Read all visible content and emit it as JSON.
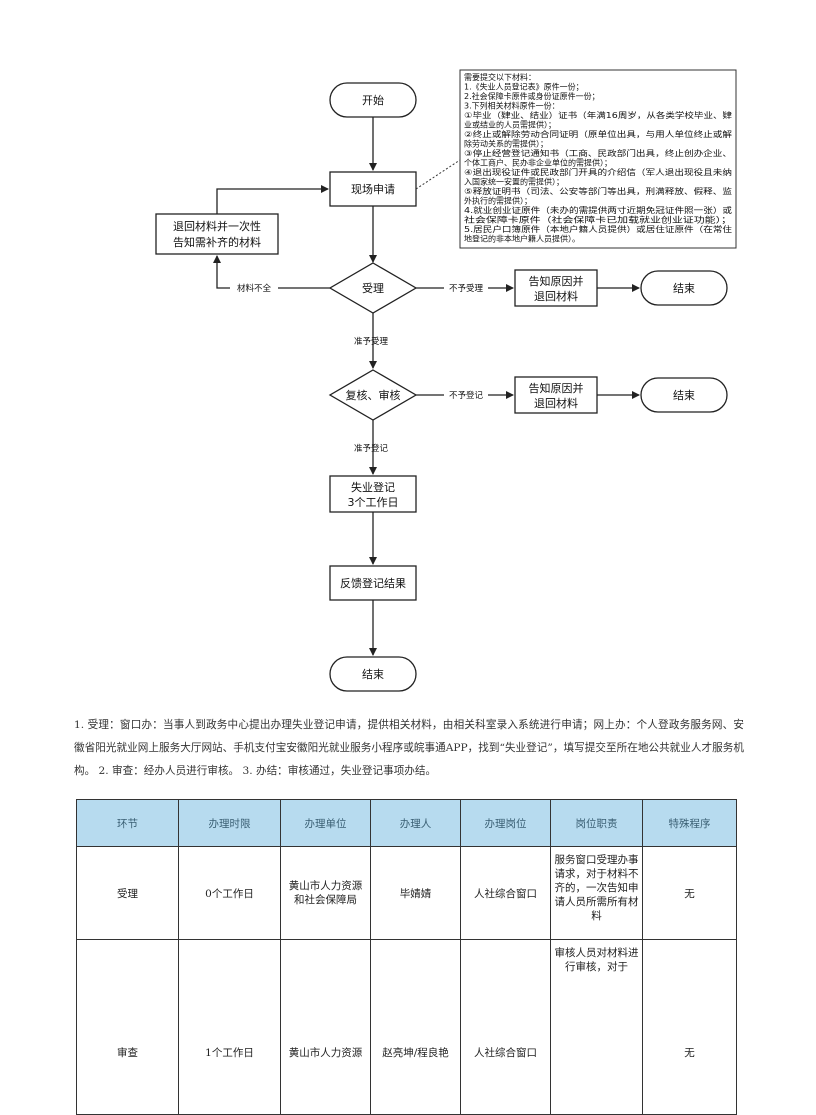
{
  "flowchart": {
    "start": "开始",
    "on_site_application": "现场申请",
    "return_materials_line1": "退回材料并一次性",
    "return_materials_line2": "告知需补齐的材料",
    "incomplete_label": "材料不全",
    "accept": "受理",
    "not_accepted_label": "不予受理",
    "notify_reason_line1": "告知原因并",
    "notify_reason_line2": "退回材料",
    "end": "结束",
    "accepted_label": "准予受理",
    "review": "复核、审核",
    "not_registered_label": "不予登记",
    "approved_label": "准予登记",
    "register_line1": "失业登记",
    "register_line2": "3个工作日",
    "feedback": "反馈登记结果",
    "materials_note": [
      "需要提交以下材料：",
      "1.《失业人员登记表》原件一份；",
      "2.社会保障卡原件或身份证原件一份；",
      "3.下列相关材料原件一份：",
      "①毕业（肄业、结业）证书（年满16周岁，从各类学校毕业、肄",
      "业或结业的人员需提供）；",
      "②终止或解除劳动合同证明（原单位出具，与用人单位终止或解",
      "除劳动关系的需提供）；",
      "③停止经营登记通知书（工商、民政部门出具，终止创办企业、",
      "个体工商户、民办非企业单位的需提供）；",
      "④退出现役证件或民政部门开具的介绍信（军人退出现役且未纳",
      "入国家统一安置的需提供）；",
      "⑤释放证明书（司法、公安等部门等出具，刑满释放、假释、监",
      "外执行的需提供）；",
      "4.就业创业证原件（未办的需提供两寸近期免冠证件照一张）或",
      "社会保障卡原件（社会保障卡已加载就业创业证功能）；",
      "5.居民户口簿原件（本地户籍人员提供）或居住证原件（在常住",
      "地登记的非本地户籍人员提供）。"
    ]
  },
  "description": "1. 受理：窗口办：当事人到政务中心提出办理失业登记申请，提供相关材料，由相关科室录入系统进行申请；网上办：个人登政务服务网、安徽省阳光就业网上服务大厅网站、手机支付宝安徽阳光就业服务小程序或皖事通APP，找到“失业登记”，填写提交至所在地公共就业人才服务机构。 2. 审查：经办人员进行审核。 3. 办结：审核通过，失业登记事项办结。",
  "table": {
    "headers": [
      "环节",
      "办理时限",
      "办理单位",
      "办理人",
      "办理岗位",
      "岗位职责",
      "特殊程序"
    ],
    "rows": [
      {
        "stage": "受理",
        "time_limit": "0个工作日",
        "unit": "黄山市人力资源和社会保障局",
        "handler": "毕婧婧",
        "post": "人社综合窗口",
        "duty": "服务窗口受理办事请求，对于材料不齐的，一次告知申请人员所需所有材料",
        "special": "无"
      },
      {
        "stage": "审查",
        "time_limit": "1个工作日",
        "unit": "黄山市人力资源",
        "handler": "赵亮坤/程良艳",
        "post": "人社综合窗口",
        "duty": "审核人员对材料进行审核，对于",
        "special": "无"
      }
    ]
  }
}
